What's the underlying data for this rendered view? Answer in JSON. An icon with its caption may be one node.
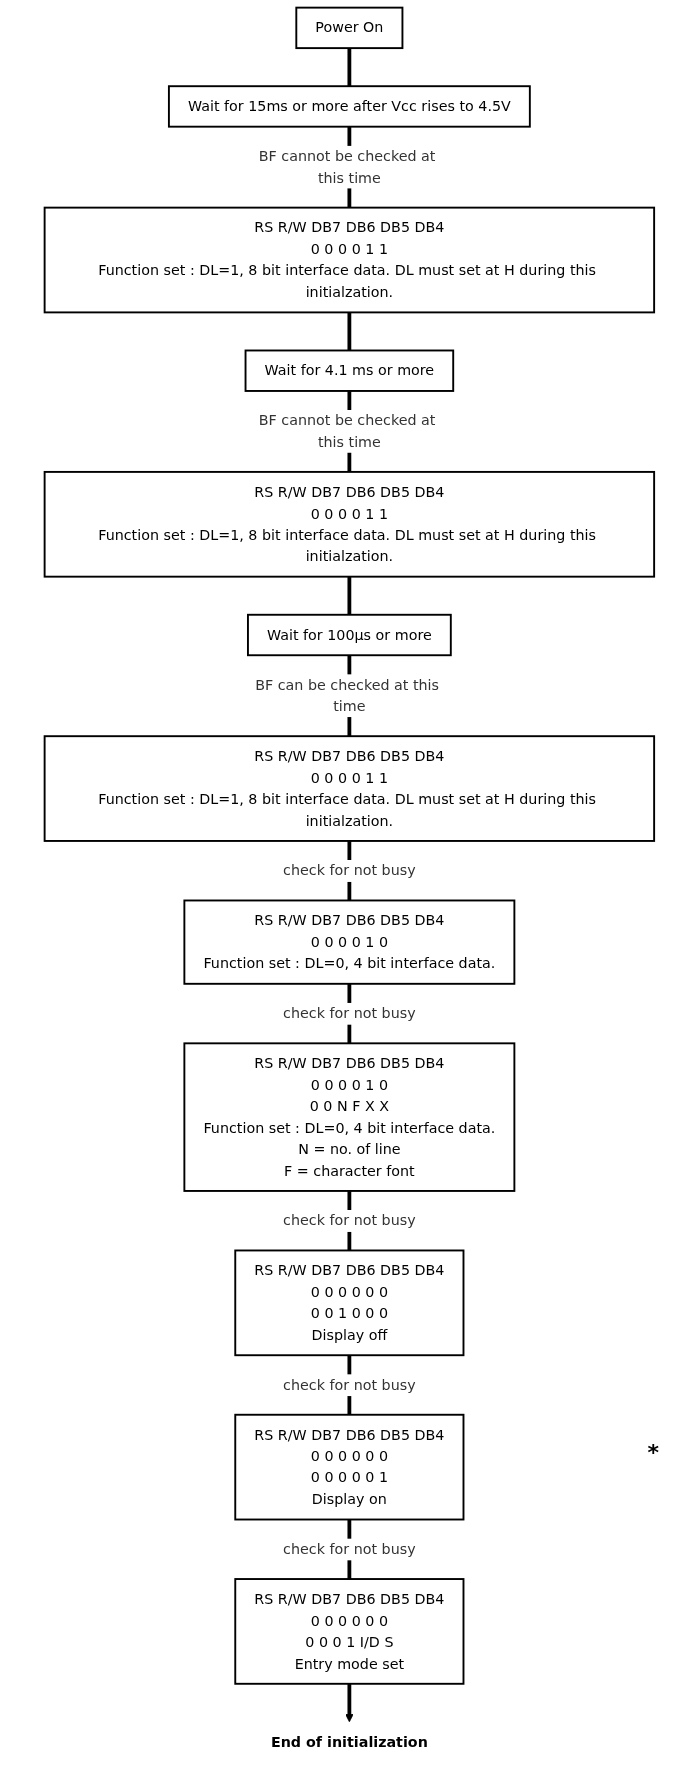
{
  "diagram": {
    "nodes": [
      {
        "text": [
          "Power On"
        ]
      },
      {
        "text": [
          "Wait for 15ms or more after Vcc rises to 4.5V"
        ]
      },
      {
        "text": [
          "RS R/W DB7 DB6 DB5 DB4",
          "0 0 0 0 1 1",
          "Function set : DL=1, 8 bit interface data. DL must set at H during this initialzation."
        ]
      },
      {
        "text": [
          "Wait for 4.1 ms or more"
        ]
      },
      {
        "text": [
          "RS R/W DB7 DB6 DB5 DB4",
          "0 0 0 0 1 1",
          "Function set : DL=1, 8 bit interface data. DL must set at H during this initialzation."
        ]
      },
      {
        "text": [
          "Wait for 100µs or more"
        ]
      },
      {
        "text": [
          "RS R/W DB7 DB6 DB5 DB4",
          "0 0 0 0 1 1",
          "Function set : DL=1, 8 bit interface data. DL must set at H during this initialzation."
        ]
      },
      {
        "text": [
          "RS R/W DB7 DB6 DB5 DB4",
          "0 0 0 0 1 0",
          "Function set : DL=0, 4 bit interface data."
        ]
      },
      {
        "text": [
          "RS R/W DB7 DB6 DB5 DB4",
          "0 0 0 0 1 0",
          "0 0 N F X X",
          "Function set : DL=0, 4 bit interface data.",
          "N = no. of line",
          "F = character font"
        ]
      },
      {
        "text": [
          "RS R/W DB7 DB6 DB5 DB4",
          "0 0 0 0 0 0",
          "0 0 1 0 0 0",
          "Display off"
        ]
      },
      {
        "text": [
          "RS R/W DB7 DB6 DB5 DB4",
          "0 0 0 0 0 0",
          "0 0 0 0 0 1",
          "Display on"
        ]
      },
      {
        "text": [
          "RS R/W DB7 DB6 DB5 DB4",
          "0 0 0 0 0 0",
          "0 0 0 1 I/D S",
          "Entry mode set"
        ]
      },
      {
        "text": [
          "End of initialization"
        ]
      }
    ],
    "edges": [
      {
        "from": 0,
        "to": 1,
        "arrow": "none"
      },
      {
        "from": 1,
        "to": 2,
        "arrow": "none",
        "label": "BF cannot be checked at this time"
      },
      {
        "from": 2,
        "to": 3,
        "arrow": "none"
      },
      {
        "from": 3,
        "to": 4,
        "arrow": "none",
        "label": "BF cannot be checked at this time"
      },
      {
        "from": 4,
        "to": 5,
        "arrow": "none"
      },
      {
        "from": 5,
        "to": 6,
        "arrow": "none",
        "label": "BF can be checked at this time"
      },
      {
        "from": 6,
        "to": 7,
        "arrow": "none",
        "label": "check for not busy"
      },
      {
        "from": 7,
        "to": 8,
        "arrow": "none",
        "label": "check for not busy"
      },
      {
        "from": 8,
        "to": 9,
        "arrow": "none",
        "label": "check for not busy"
      },
      {
        "from": 9,
        "to": 10,
        "arrow": "none",
        "label": "check for not busy"
      },
      {
        "from": 10,
        "to": 11,
        "arrow": "none",
        "label": "check for not busy"
      },
      {
        "from": 11,
        "to": 12,
        "arrow": "to"
      }
    ],
    "labels": [
      "*"
    ]
  }
}
